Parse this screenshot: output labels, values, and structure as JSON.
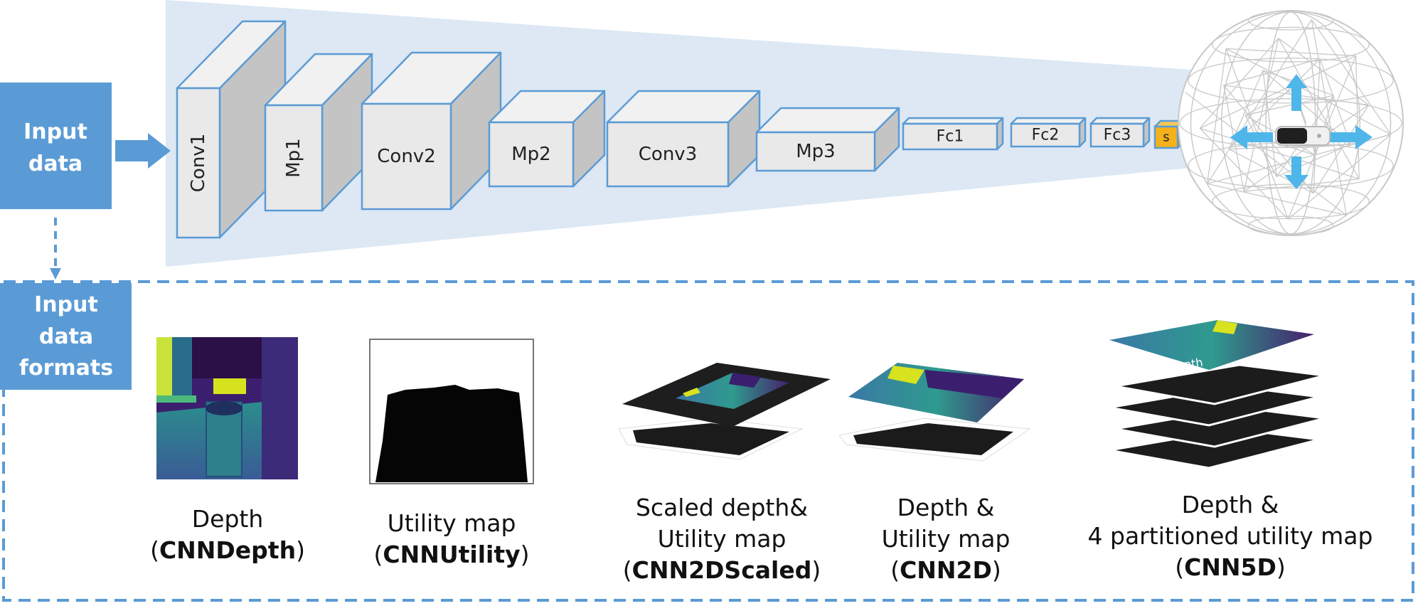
{
  "colors": {
    "accent_blue": "#5b9bd5",
    "funnel_fill": "#dde8f4",
    "layer_front": "#e9e9e9",
    "layer_side": "#c4c4c4",
    "softmax_fill": "#f5b11a",
    "arrow_cyan": "#4fb6ea"
  },
  "input_box": {
    "line1": "Input",
    "line2": "data"
  },
  "formats_box": {
    "line1": "Input",
    "line2": "data",
    "line3": "formats"
  },
  "layers": [
    "Conv1",
    "Mp1",
    "Conv2",
    "Mp2",
    "Conv3",
    "Mp3",
    "Fc1",
    "Fc2",
    "Fc3",
    "s"
  ],
  "images": {
    "depth": {
      "caption1": "Depth",
      "open": "(",
      "bold": "CNNDepth",
      "close": ")"
    },
    "utility": {
      "caption1": "Utility map",
      "open": "(",
      "bold": "CNNUtility",
      "close": ")"
    },
    "scaled": {
      "caption1": "Scaled depth&",
      "caption2": "Utility map",
      "open": "(",
      "bold": "CNN2DScaled",
      "close": ")"
    },
    "cnn2d": {
      "caption1": "Depth &",
      "caption2": "Utility map",
      "open": "(",
      "bold": "CNN2D",
      "close": ")"
    },
    "cnn5d": {
      "caption1": "Depth &",
      "caption2": "4 partitioned utility map",
      "open": "(",
      "bold": "CNN5D",
      "close": ")",
      "layer_text": "Depth"
    }
  }
}
